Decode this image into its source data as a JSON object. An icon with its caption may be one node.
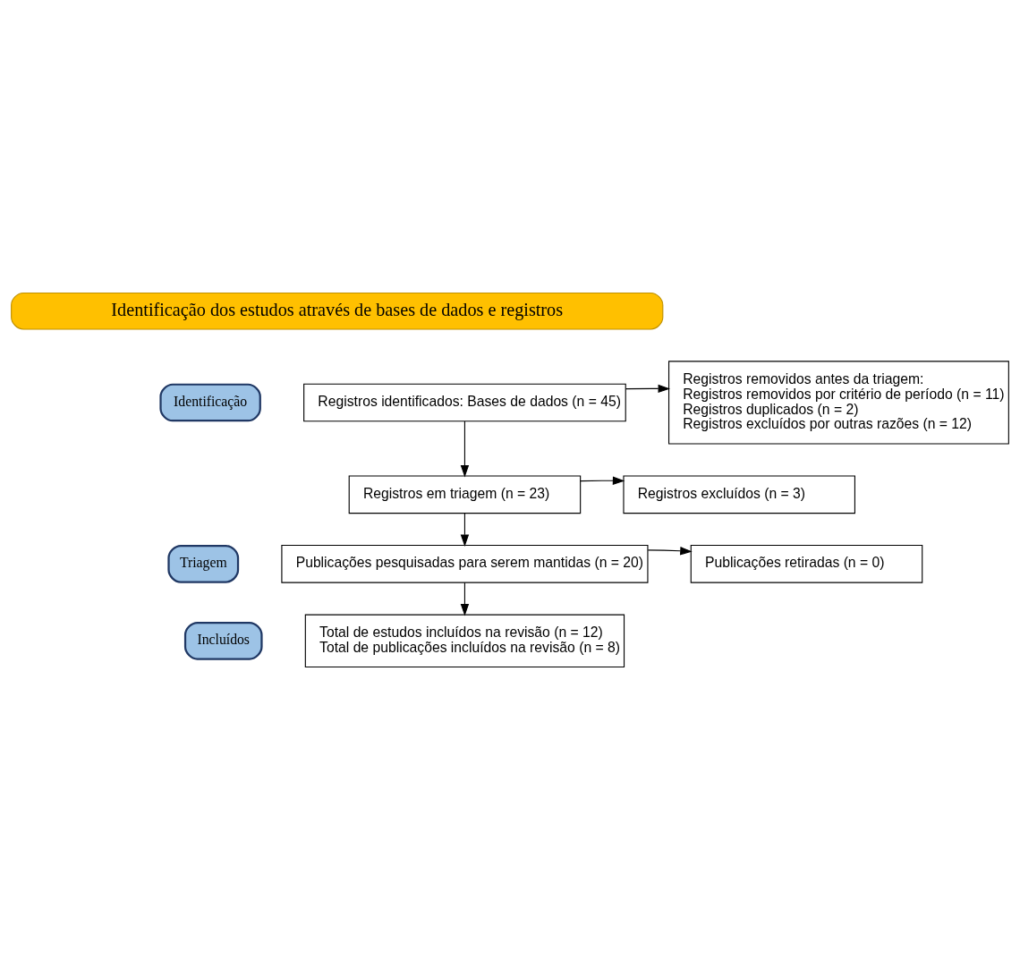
{
  "diagram": {
    "nodes": [
      {
        "text": [
          "Identificação dos estudos através de bases de dados e registros"
        ]
      },
      {
        "text": [
          "Identificação"
        ]
      },
      {
        "text": [
          "Triagem"
        ]
      },
      {
        "text": [
          "Incluídos"
        ]
      },
      {
        "text": [
          "Registros identificados: Bases de dados (n = 45)"
        ]
      },
      {
        "text": [
          "Registros removidos antes da triagem:",
          "Registros removidos por critério de período (n = 11)",
          "Registros duplicados (n = 2)",
          "Registros excluídos por outras razões (n = 12)"
        ]
      },
      {
        "text": [
          "Registros em triagem (n = 23)"
        ]
      },
      {
        "text": [
          "Registros excluídos (n = 3)"
        ]
      },
      {
        "text": [
          "Publicações pesquisadas para serem mantidas (n = 20)"
        ]
      },
      {
        "text": [
          "Publicações retiradas (n = 0)"
        ]
      },
      {
        "text": [
          "Total de estudos incluídos na revisão (n = 12)",
          "Total de publicações incluídos na revisão (n = 8)"
        ]
      }
    ],
    "edges": [
      {
        "from": 4,
        "to": 5,
        "arrow": "to"
      },
      {
        "from": 4,
        "to": 6,
        "arrow": "to"
      },
      {
        "from": 6,
        "to": 7,
        "arrow": "to"
      },
      {
        "from": 6,
        "to": 8,
        "arrow": "to"
      },
      {
        "from": 8,
        "to": 9,
        "arrow": "to"
      },
      {
        "from": 8,
        "to": 10,
        "arrow": "to"
      }
    ]
  }
}
